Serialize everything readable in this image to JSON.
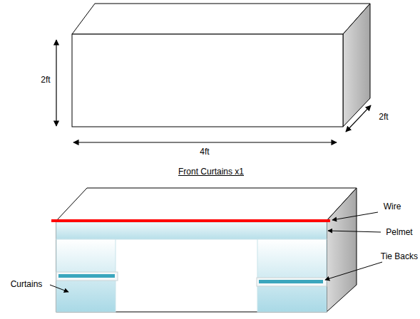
{
  "diagram": {
    "labels": [
      "2ft",
      "4ft",
      "2ft",
      "Front Curtains x1",
      "Wire",
      "Pelmet",
      "Tie Backs",
      "Curtains"
    ]
  }
}
